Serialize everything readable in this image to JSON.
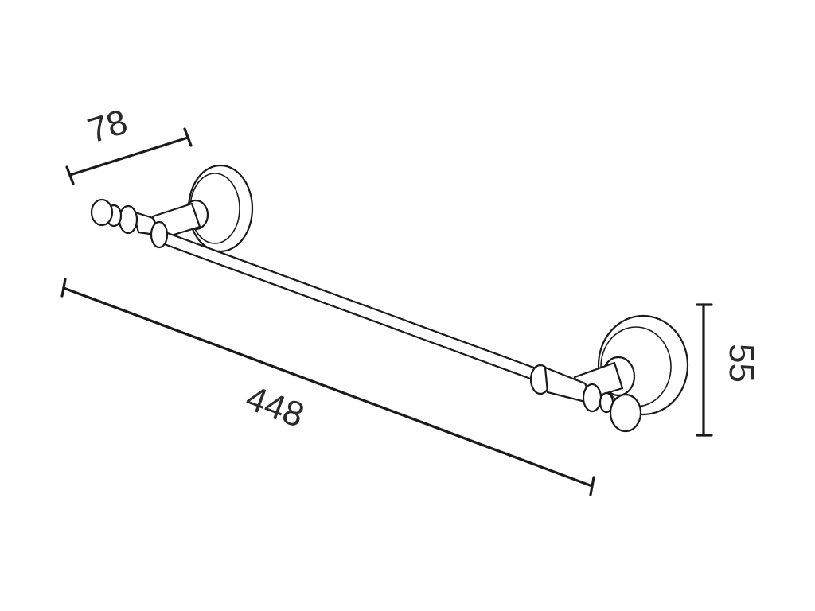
{
  "dimensions": {
    "depth": {
      "value": "78"
    },
    "length": {
      "value": "448"
    },
    "height": {
      "value": "55"
    }
  },
  "colors": {
    "line": "#1a1a1a",
    "text": "#2a2a2a",
    "background": "#ffffff"
  }
}
